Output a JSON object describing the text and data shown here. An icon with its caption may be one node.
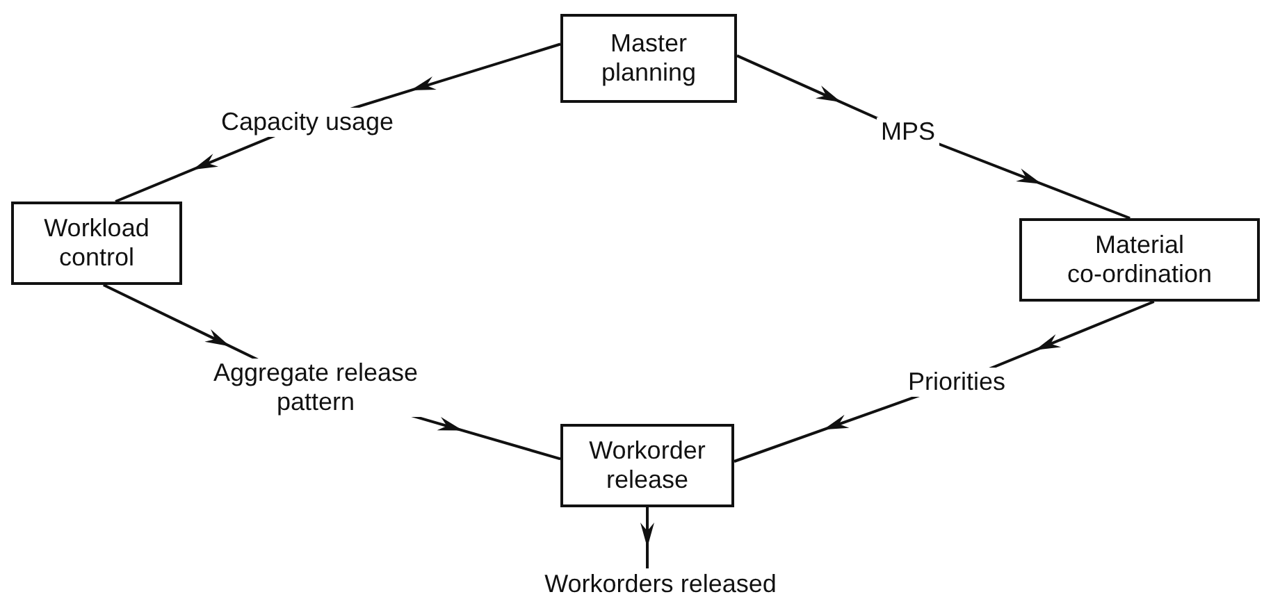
{
  "diagram": {
    "nodes": [
      {
        "text": [
          "Master planning"
        ]
      },
      {
        "text": [
          "Workload control"
        ]
      },
      {
        "text": [
          "Material co-ordination"
        ]
      },
      {
        "text": [
          "Workorder release"
        ]
      },
      {
        "text": [
          "Workorders released"
        ]
      }
    ],
    "edges": [
      {
        "from": 0,
        "to": 1,
        "arrow": "to",
        "label": "Capacity usage"
      },
      {
        "from": 0,
        "to": 2,
        "arrow": "to",
        "label": "MPS"
      },
      {
        "from": 1,
        "to": 3,
        "arrow": "to",
        "label": "Aggregate release pattern"
      },
      {
        "from": 2,
        "to": 3,
        "arrow": "to",
        "label": "Priorities"
      },
      {
        "from": 3,
        "to": 4,
        "arrow": "to"
      }
    ]
  }
}
